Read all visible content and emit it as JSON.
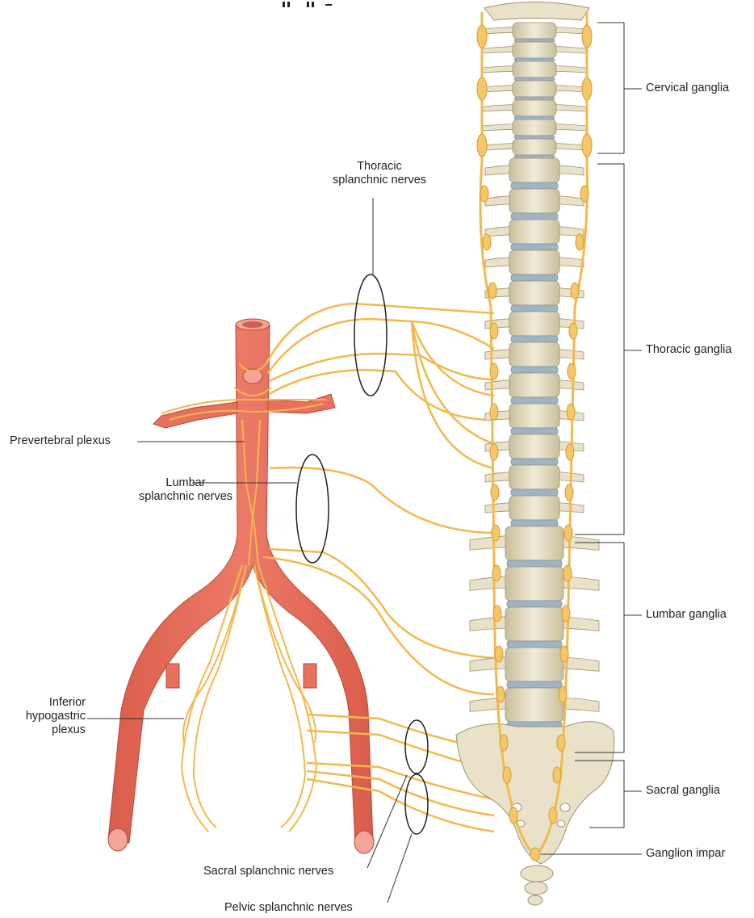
{
  "labels": {
    "cervical_ganglia": "Cervical ganglia",
    "thoracic_ganglia": "Thoracic ganglia",
    "lumbar_ganglia": "Lumbar ganglia",
    "sacral_ganglia": "Sacral ganglia",
    "ganglion_impar": "Ganglion impar",
    "thoracic_splanchnic_1": "Thoracic",
    "thoracic_splanchnic_2": "splanchnic nerves",
    "prevertebral_plexus": "Prevertebral plexus",
    "lumbar_splanchnic_1": "Lumbar",
    "lumbar_splanchnic_2": "splanchnic nerves",
    "inferior_hypogastric_1": "Inferior",
    "inferior_hypogastric_2": "hypogastric",
    "inferior_hypogastric_3": "plexus",
    "sacral_splanchnic": "Sacral splanchnic nerves",
    "pelvic_splanchnic": "Pelvic splanchnic nerves"
  },
  "colors": {
    "aorta": "#e8705e",
    "aorta_dark": "#c9503f",
    "nerve": "#f2b94e",
    "bone": "#e9e2c8",
    "bone_shadow": "#c9bf9c",
    "disc": "#9fb3c2",
    "leader": "#333333"
  }
}
